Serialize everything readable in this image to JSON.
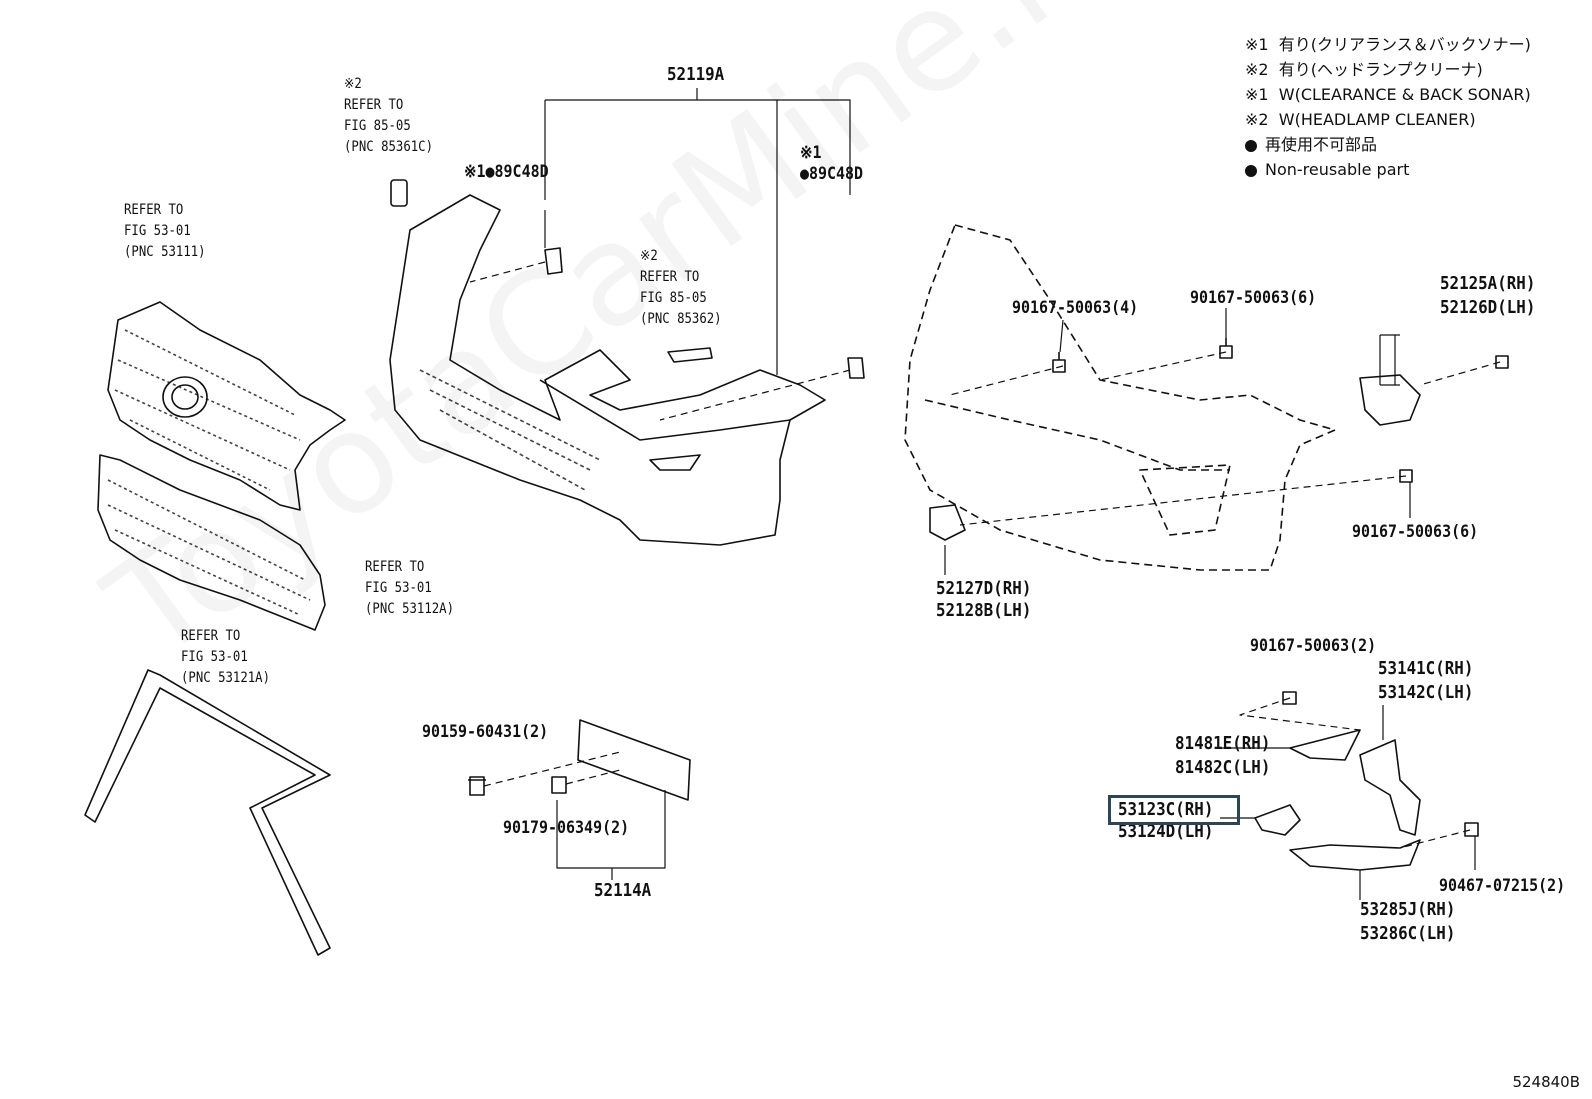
{
  "legend": {
    "l1": "※1  有り(クリアランス＆バックソナー)",
    "l2": "※2  有り(ヘッドランプクリーナ)",
    "l3": "※1  W(CLEARANCE & BACK SONAR)",
    "l4": "※2  W(HEADLAMP CLEANER)",
    "l5": "再使用不可部品",
    "l6": "Non-reusable part"
  },
  "labels": {
    "p52119A": "52119A",
    "note_85361c": "※2\nREFER TO\nFIG 85-05\n(PNC 85361C)",
    "c1_89c48d_left": "※1●89C48D",
    "c1_89c48d_right": "※1\n●89C48D",
    "note_53111": "REFER TO\nFIG 53-01\n(PNC 53111)",
    "note_85362": "※2\nREFER TO\nFIG 85-05\n(PNC 85362)",
    "note_53112a": "REFER TO\nFIG 53-01\n(PNC 53112A)",
    "note_53121a": "REFER TO\nFIG 53-01\n(PNC 53121A)",
    "p90167_4": "90167-50063(4)",
    "p90167_6a": "90167-50063(6)",
    "p52125a": "52125A(RH)\n52126D(LH)",
    "p90167_6b": "90167-50063(6)",
    "p52127d": "52127D(RH)\n52128B(LH)",
    "p90167_2": "90167-50063(2)",
    "p53141c": "53141C(RH)\n53142C(LH)",
    "p81481e": "81481E(RH)\n81482C(LH)",
    "p53123c": "53123C(RH)\n53124D(LH)",
    "p90467": "90467-07215(2)",
    "p53285j": "53285J(RH)\n53286C(LH)",
    "p90159": "90159-60431(2)",
    "p90179": "90179-06349(2)",
    "p52114a": "52114A",
    "watermark": "ToyotaCarMine.ru",
    "diagram_id": "524840B"
  }
}
